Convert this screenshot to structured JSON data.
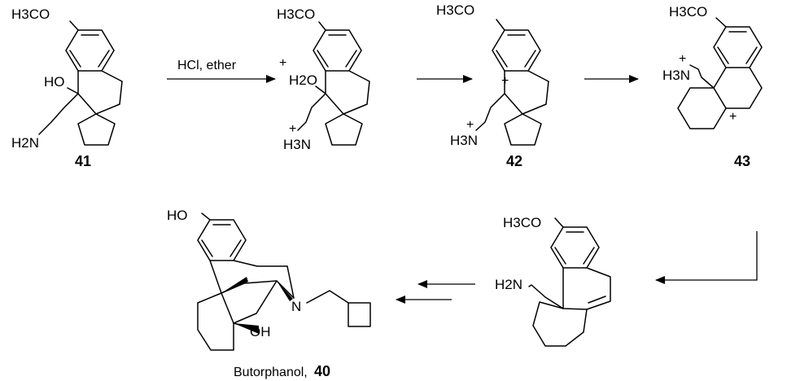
{
  "labels": {
    "methoxy": "H3CO",
    "hydroxyl": "HO",
    "amine": "H2N",
    "ammonium": "H3N",
    "oxonium": "H2O",
    "plus": "+",
    "nitrogen": "N",
    "oh": "OH"
  },
  "conditions": {
    "step1": "HCl, ether"
  },
  "compounds": {
    "c41": "41",
    "c42": "42",
    "c43": "43",
    "butorphanol_name": "Butorphanol,",
    "c40": "40"
  }
}
